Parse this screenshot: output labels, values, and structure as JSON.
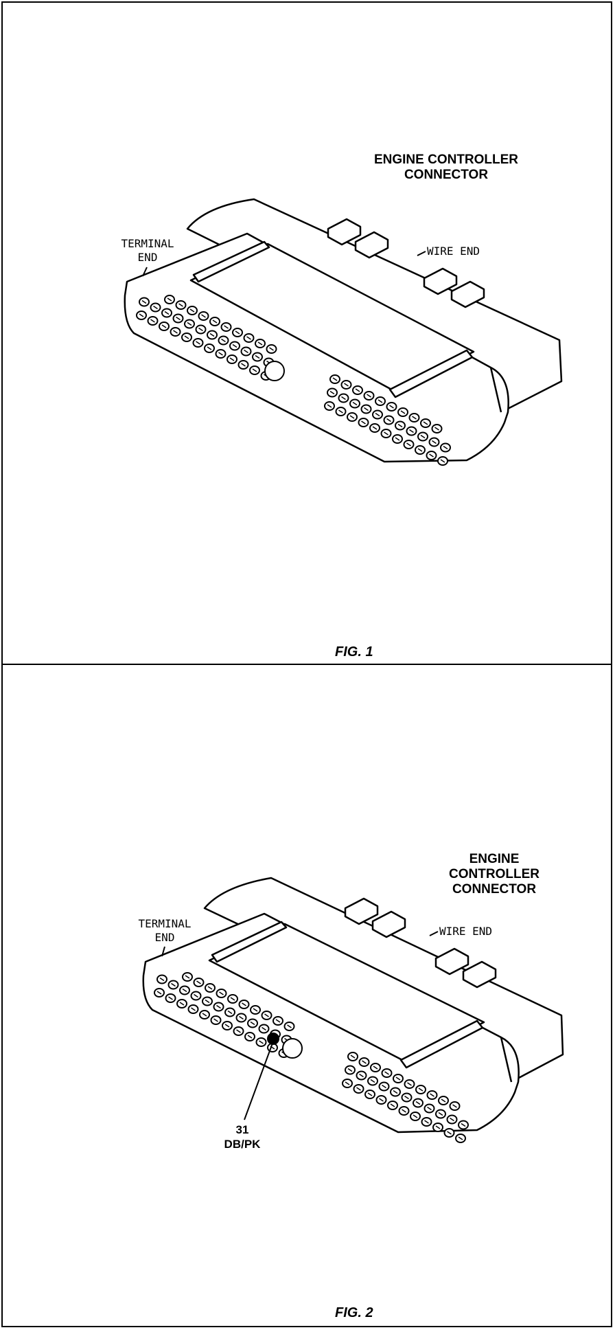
{
  "figure1": {
    "title_line1": "ENGINE CONTROLLER",
    "title_line2": "CONNECTOR",
    "terminal_end_line1": "TERMINAL",
    "terminal_end_line2": "END",
    "wire_end": "WIRE END",
    "caption": "FIG. 1"
  },
  "figure2": {
    "title_line1": "ENGINE",
    "title_line2": "CONTROLLER",
    "title_line3": "CONNECTOR",
    "terminal_end_line1": "TERMINAL",
    "terminal_end_line2": "END",
    "wire_end": "WIRE END",
    "pin_number": "31",
    "wire_color": "DB/PK",
    "caption": "FIG. 2"
  },
  "highlighted_pin": 31
}
